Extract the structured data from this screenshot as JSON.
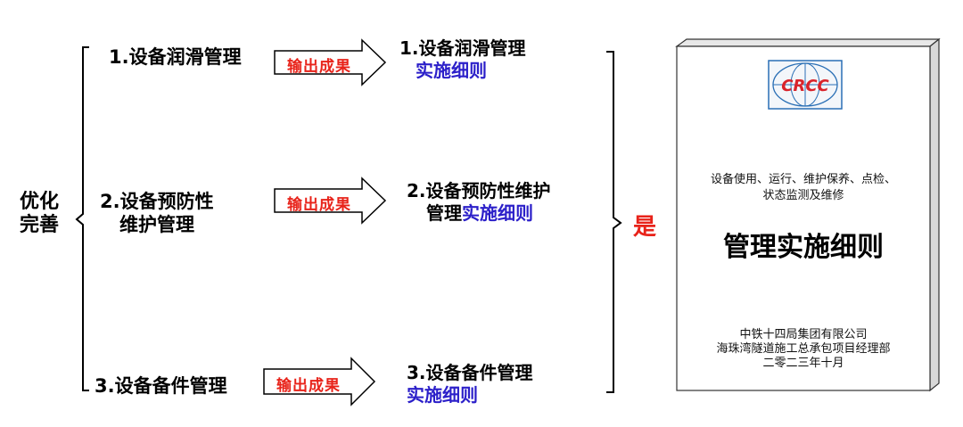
{
  "left_label": [
    "优化",
    "完善"
  ],
  "rows": [
    {
      "source": [
        "1.设备润滑管理"
      ],
      "arrow_label": "输出成果",
      "output_line1": "1.设备润滑管理",
      "output_plain": "",
      "output_blue": "实施细则"
    },
    {
      "source": [
        "2.设备预防性",
        "维护管理"
      ],
      "arrow_label": "输出成果",
      "output_line1": "2.设备预防性维护",
      "output_plain": "管理",
      "output_blue": "实施细则"
    },
    {
      "source": [
        "3.设备备件管理"
      ],
      "arrow_label": "输出成果",
      "output_line1": "3.设备备件管理",
      "output_plain": "",
      "output_blue": "实施细则"
    }
  ],
  "conclusion": "是",
  "book": {
    "logo_text": "CRCC",
    "subtitle_lines": [
      "设备使用、运行、维护保养、点检、",
      "状态监测及维修"
    ],
    "title": "管理实施细则",
    "org_lines": [
      "中铁十四局集团有限公司",
      "海珠湾隧道施工总承包项目经理部"
    ],
    "date": "二零二三年十月"
  },
  "colors": {
    "arrow_text": "#e8231a",
    "blue_text": "#2b1fc9",
    "conclusion": "#e8231a",
    "logo_blue": "#2a6fb5",
    "logo_red": "#d9232b"
  }
}
